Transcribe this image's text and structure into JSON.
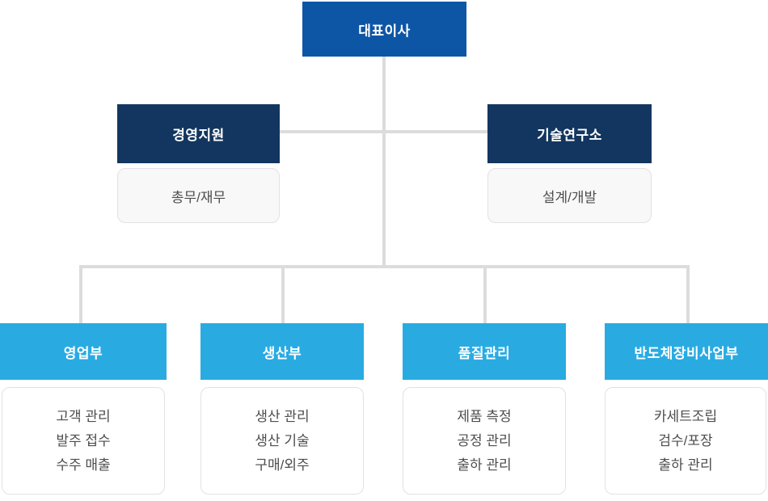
{
  "org": {
    "root": {
      "label": "대표이사"
    },
    "divisions": [
      {
        "label": "경영지원",
        "sub": "총무/재무"
      },
      {
        "label": "기술연구소",
        "sub": "설계/개발"
      }
    ],
    "departments": [
      {
        "label": "영업부",
        "items": [
          "고객 관리",
          "발주 접수",
          "수주 매출"
        ]
      },
      {
        "label": "생산부",
        "items": [
          "생산 관리",
          "생산 기술",
          "구매/외주"
        ]
      },
      {
        "label": "품질관리",
        "items": [
          "제품 측정",
          "공정 관리",
          "출하 관리"
        ]
      },
      {
        "label": "반도체장비사업부",
        "items": [
          "카세트조립",
          "검수/포장",
          "출하 관리"
        ]
      }
    ]
  },
  "colors": {
    "ceo_box": "#0d56a6",
    "division_box": "#12365f",
    "department_box": "#29abe2",
    "connector_line": "#dcdcdc",
    "card_background": "#f8f8f8",
    "card_border": "#e2e2e2",
    "card_text": "#4d4d4d"
  }
}
